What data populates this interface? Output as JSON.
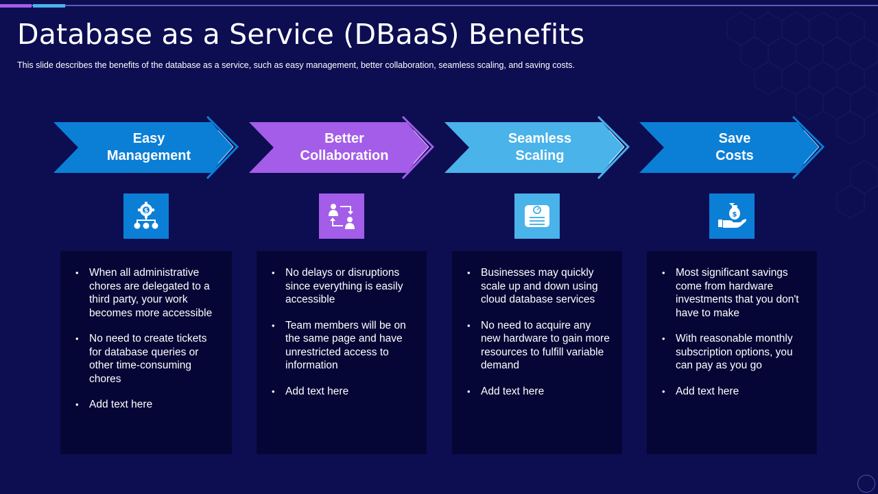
{
  "slide": {
    "title": "Database as a Service (DBaaS) Benefits",
    "subtitle": "This slide describes the benefits of the database as a service, such as easy management, better collaboration, seamless scaling, and saving costs."
  },
  "colors": {
    "background": "#0d0d52",
    "card": "#060636",
    "blue": "#0b7fd6",
    "purple": "#a45de8",
    "light_blue": "#49b3ea"
  },
  "columns": [
    {
      "title_line1": "Easy",
      "title_line2": "Management",
      "color": "#0b7fd6",
      "icon": "gear-dollar-hierarchy-icon",
      "bullets": [
        "When all administrative chores are delegated to a third party, your work becomes more accessible",
        "No need to create tickets for database queries or other time-consuming chores",
        "Add text here"
      ]
    },
    {
      "title_line1": "Better",
      "title_line2": "Collaboration",
      "color": "#a45de8",
      "icon": "people-exchange-icon",
      "bullets": [
        "No delays or disruptions since everything  is easily accessible",
        "Team members will be on the same page and have unrestricted access to information",
        "Add text here"
      ]
    },
    {
      "title_line1": "Seamless",
      "title_line2": "Scaling",
      "color": "#49b3ea",
      "icon": "weighing-scale-icon",
      "bullets": [
        "Businesses may quickly scale up and down using cloud database services",
        "No need to acquire any new hardware to gain more resources to fulfill variable demand",
        "Add text here"
      ]
    },
    {
      "title_line1": "Save",
      "title_line2": "Costs",
      "color": "#0b7fd6",
      "icon": "hand-money-bag-icon",
      "bullets": [
        "Most significant savings come from hardware investments that you don't have to make",
        "With reasonable monthly subscription options, you can pay as you go",
        "Add text here"
      ]
    }
  ]
}
